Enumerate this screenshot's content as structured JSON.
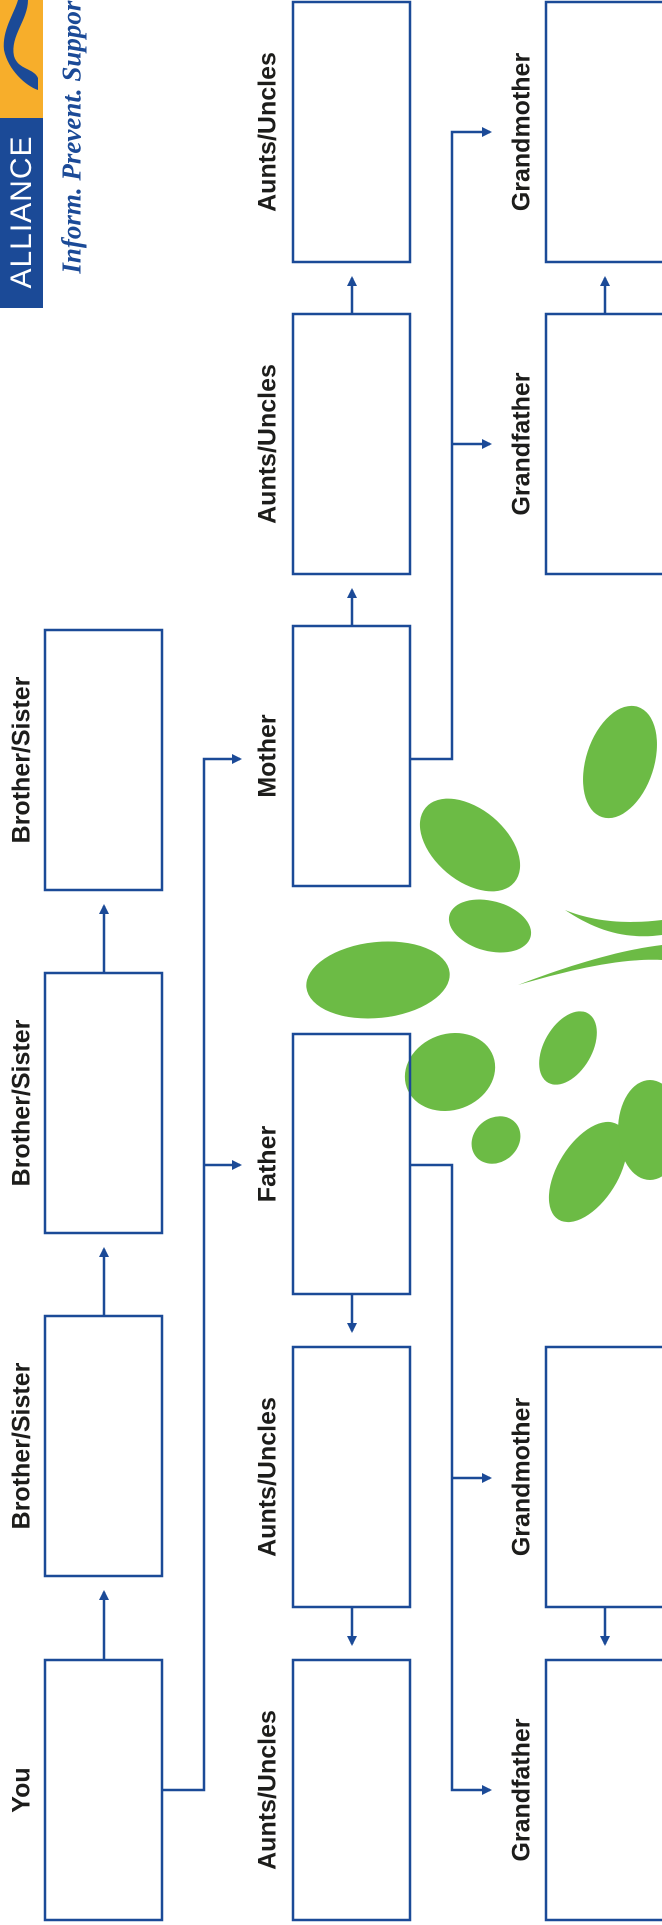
{
  "logo": {
    "org_text": "ALLIANCE",
    "tagline": "Inform. Prevent. Support."
  },
  "labels": {
    "you": "You",
    "sibling_1": "Brother/Sister",
    "sibling_2": "Brother/Sister",
    "sibling_3": "Brother/Sister",
    "father": "Father",
    "mother": "Mother",
    "father_aunts_uncles_1": "Aunts/Uncles",
    "father_aunts_uncles_2": "Aunts/Uncles",
    "mother_aunts_uncles_1": "Aunts/Uncles",
    "mother_aunts_uncles_2": "Aunts/Uncles",
    "paternal_grandfather": "Grandfather",
    "paternal_grandmother": "Grandmother",
    "maternal_grandfather": "Grandfather",
    "maternal_grandmother": "Grandmother"
  },
  "colors": {
    "line": "#1b4a97",
    "leaf": "#6cbb45",
    "logo_blue": "#1b4a97",
    "logo_orange": "#f7ae2b"
  }
}
